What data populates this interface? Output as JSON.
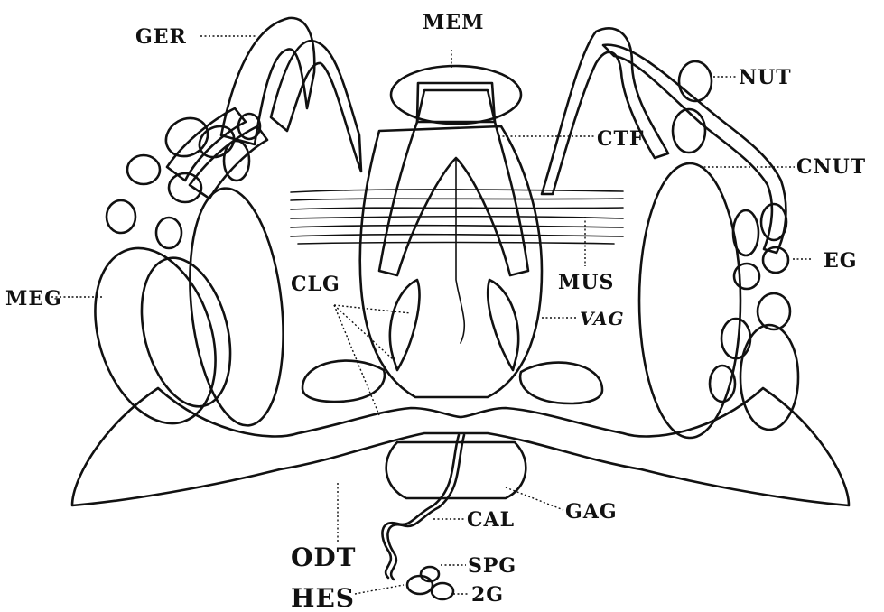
{
  "labels": {
    "ger": "GER",
    "mem": "MEM",
    "nut": "NUT",
    "ctf": "CTF",
    "cnut": "CNUT",
    "eg": "EG",
    "meg": "MEG",
    "mus": "MUS",
    "clg": "CLG",
    "vag": "VAG",
    "gag": "GAG",
    "cal": "CAL",
    "odt": "ODT",
    "spg": "SPG",
    "hes": "HES",
    "two_g": "2G"
  },
  "colors": {
    "ink": "#111111",
    "stipple_dark": "#6e6e6e",
    "stipple_mid": "#9a9a9a",
    "stipple_light": "#cfcfcf",
    "paper": "#ffffff"
  }
}
